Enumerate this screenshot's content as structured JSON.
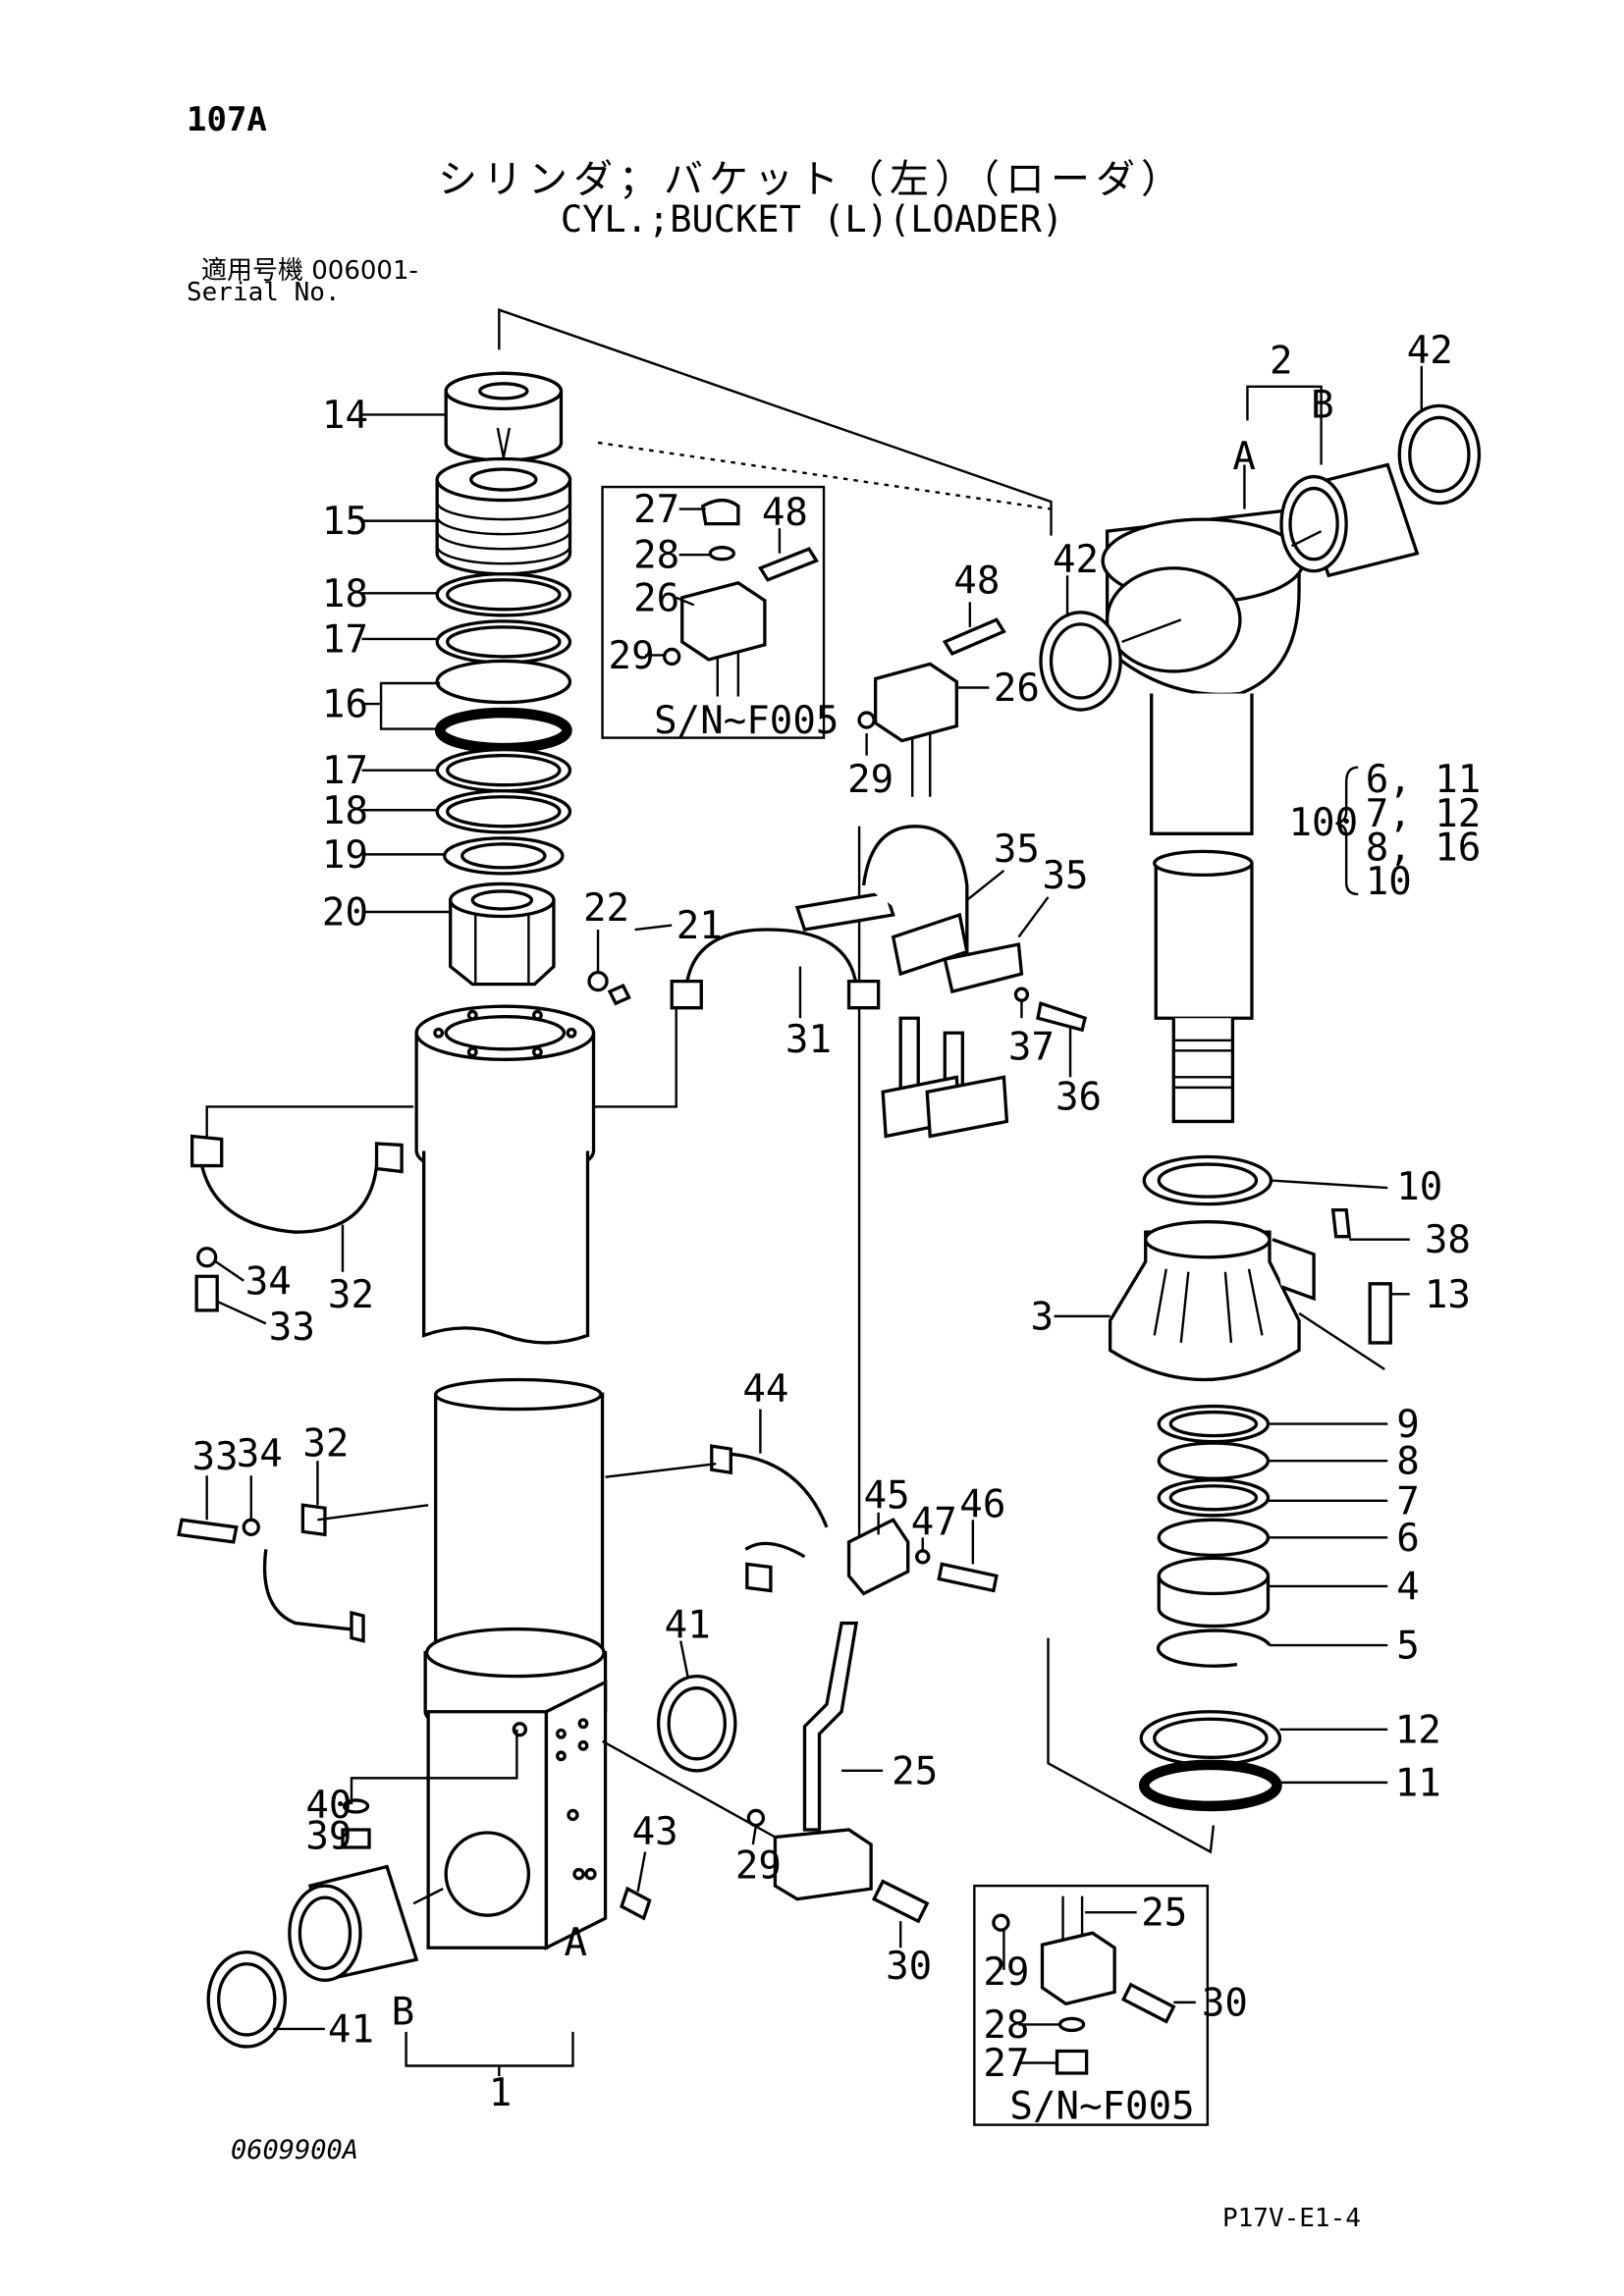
{
  "header": {
    "page_id": "107A",
    "title_jp": "シリンダ；バケット（左）（ローダ）",
    "title_en": "CYL.;BUCKET (L)(LOADER)",
    "serial_label_jp": "適用号機 006001-",
    "serial_label_en": "Serial No."
  },
  "footer": {
    "drawing_number": "0609900A",
    "page_code": "P17V-E1-4"
  },
  "insets": {
    "top_inset_label": "S/N~F005",
    "bottom_inset_label": "S/N~F005"
  },
  "callouts": {
    "p14": "14",
    "p15": "15",
    "p18a": "18",
    "p17a": "17",
    "p16": "16",
    "p17b": "17",
    "p18b": "18",
    "p19": "19",
    "p20": "20",
    "p22": "22",
    "p21": "21",
    "p27a": "27",
    "p48a": "48",
    "p28a": "28",
    "p26a": "26",
    "p29a": "29",
    "p48b": "48",
    "p26b": "26",
    "p29b": "29",
    "p2": "2",
    "p42a": "42",
    "pA_top": "A",
    "pB_top": "B",
    "p42b": "42",
    "p100": "100",
    "p100_list1": "6, 11",
    "p100_list2": "7, 12",
    "p100_list3": "8, 16",
    "p100_list4": "10",
    "p35a": "35",
    "p35b": "35",
    "p31": "31",
    "p37": "37",
    "p36": "36",
    "p10": "10",
    "p38": "38",
    "p13": "13",
    "p3": "3",
    "p34a": "34",
    "p32a": "32",
    "p33a": "33",
    "p9": "9",
    "p8": "8",
    "p7": "7",
    "p6": "6",
    "p4": "4",
    "p5": "5",
    "p12": "12",
    "p11": "11",
    "p44": "44",
    "p33b": "33",
    "p34b": "34",
    "p32b": "32",
    "p45": "45",
    "p47": "47",
    "p46": "46",
    "p41a": "41",
    "p25a": "25",
    "p40": "40",
    "p39": "39",
    "p43": "43",
    "p29c": "29",
    "p30a": "30",
    "pA_bot": "A",
    "pB_bot": "B",
    "p41b": "41",
    "p1": "1",
    "p25b": "25",
    "p29d": "29",
    "p30b": "30",
    "p28b": "28",
    "p27b": "27"
  }
}
